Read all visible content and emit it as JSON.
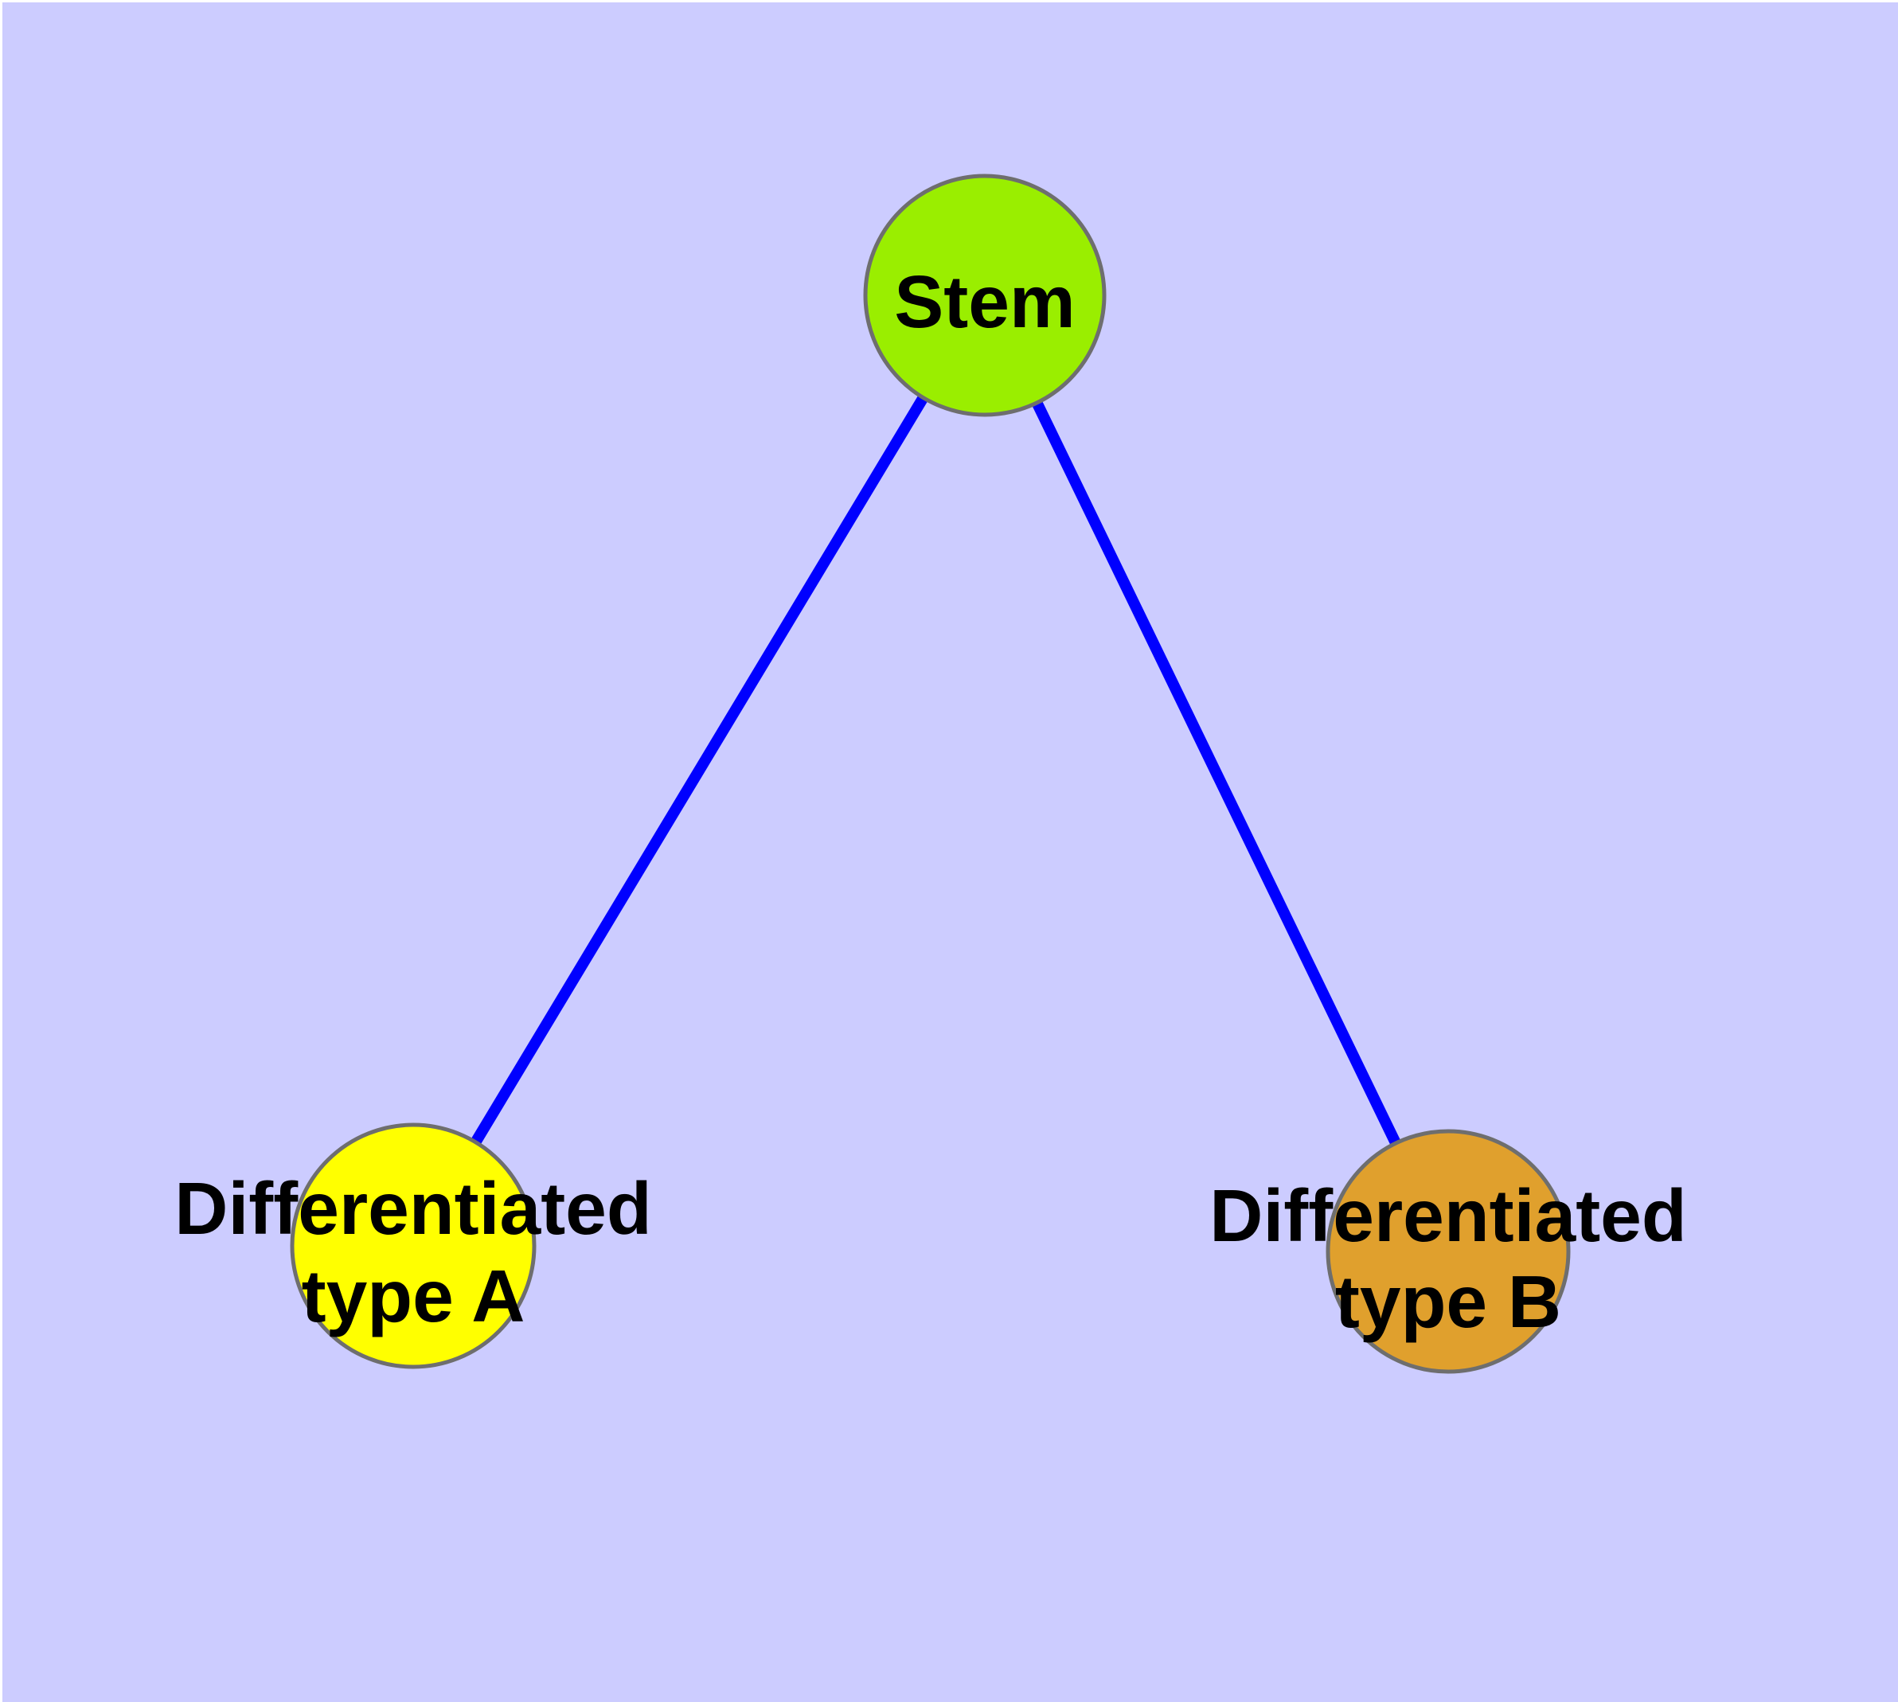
{
  "diagram": {
    "background_color": "#CCCCFF",
    "margin_color": "#FFFFFF",
    "edge_color": "#0000FF",
    "node_border_color": "#6E6E6E",
    "label_color": "#000000",
    "nodes": {
      "stem": {
        "label": "Stem",
        "fill": "#9AEE00"
      },
      "diff_a": {
        "label_line1": "Differentiated",
        "label_line2": "type A",
        "fill": "#FFFF00"
      },
      "diff_b": {
        "label_line1": "Differentiated",
        "label_line2": "type B",
        "fill": "#E0A02D"
      }
    },
    "edges": [
      {
        "from": "Stem",
        "to": "Differentiated type A"
      },
      {
        "from": "Stem",
        "to": "Differentiated type B"
      }
    ]
  }
}
